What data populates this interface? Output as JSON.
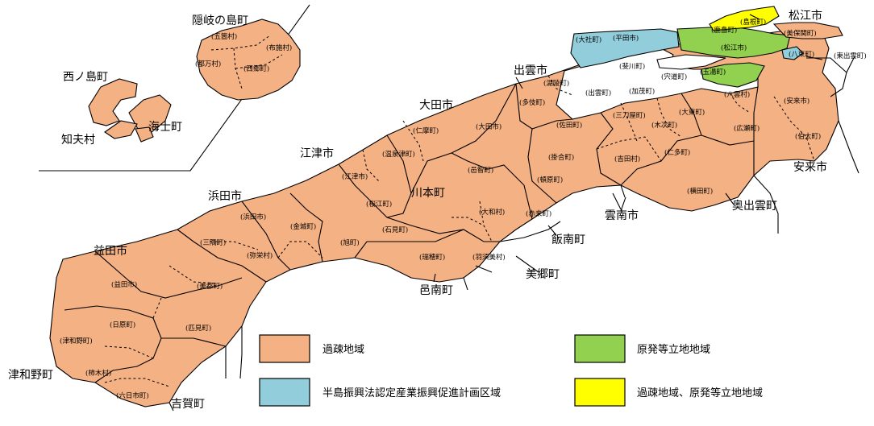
{
  "colors": {
    "depopulated": "#f4b183",
    "peninsula": "#92cddc",
    "nuclear": "#92d050",
    "both": "#ffff00",
    "none": "#ffffff"
  },
  "legend": [
    {
      "key": "depopulated",
      "label": "過疎地域"
    },
    {
      "key": "nuclear",
      "label": "原発等立地地域"
    },
    {
      "key": "peninsula",
      "label": "半島振興法認定産業振興促進計画区域"
    },
    {
      "key": "both",
      "label": "過疎地域、原発等立地地域"
    }
  ],
  "labels": {
    "oki_town": "隠岐の島町",
    "nishinoshima": "西ノ島町",
    "chibu": "知夫村",
    "ama": "海士町",
    "goka": "(五箇村)",
    "tsuma": "(都万村)",
    "fuse": "(布施村)",
    "saigo": "(西郷町)",
    "matsue": "松江市",
    "kashima": "(鹿島町)",
    "shimane_old": "(島根町)",
    "mihonoseki": "(美保関町)",
    "yatsuka": "(八束町)",
    "higashi_izumo": "(東出雲町)",
    "matsue_old": "(松江市)",
    "tamayu": "(玉湯町)",
    "yakumo": "(八雲村)",
    "hirata": "(平田市)",
    "taisha": "(大社町)",
    "hikawa": "(斐川町)",
    "izumo_city": "出雲市",
    "izumo_old": "(出雲町)",
    "koryo": "(湖陵町)",
    "taki": "(多伎町)",
    "shinji": "(宍道町)",
    "kamo": "(加茂町)",
    "yasugi": "安来市",
    "yasugi_old": "(安来市)",
    "hirose": "(広瀬町)",
    "hakuta": "(伯太町)",
    "daito": "(大東町)",
    "kisuki": "(木次町)",
    "mitoya": "(三刀屋町)",
    "unnan": "雲南市",
    "kakeya": "(掛合町)",
    "yoshida": "(吉田村)",
    "nita": "(仁多町)",
    "yokota": "(横田町)",
    "okuizumo": "奥出雲町",
    "sada": "(佐田町)",
    "tonbara": "(頓原町)",
    "akagi": "(赤来町)",
    "iinan": "飯南町",
    "ohda": "大田市",
    "ohda_old": "(大田市)",
    "nima": "(仁摩町)",
    "yunotsu": "(温泉津町)",
    "ochi": "(邑智町)",
    "daiwa": "(大和村)",
    "kawamoto": "川本町",
    "misato": "美郷町",
    "gotsu": "江津市",
    "gotsu_old": "(江津市)",
    "sakurae": "(桜江町)",
    "ishimi": "(石見町)",
    "mizuho": "(瑞穂町)",
    "hasumi": "(羽須美村)",
    "ohnan": "邑南町",
    "hamada": "浜田市",
    "hamada_old": "(浜田市)",
    "kanagi": "(金城町)",
    "asahi": "(旭町)",
    "misumi": "(三隅町)",
    "yasaka": "(弥栄村)",
    "masuda": "益田市",
    "masuda_old": "(益田市)",
    "mito": "(美都町)",
    "hikimi": "(匹見町)",
    "nichihara": "(日原町)",
    "tsuwano_old": "(津和野町)",
    "tsuwano": "津和野町",
    "kakinoki": "(柿木村)",
    "muikaichi": "(六日市町)",
    "yoshika": "吉賀町"
  }
}
